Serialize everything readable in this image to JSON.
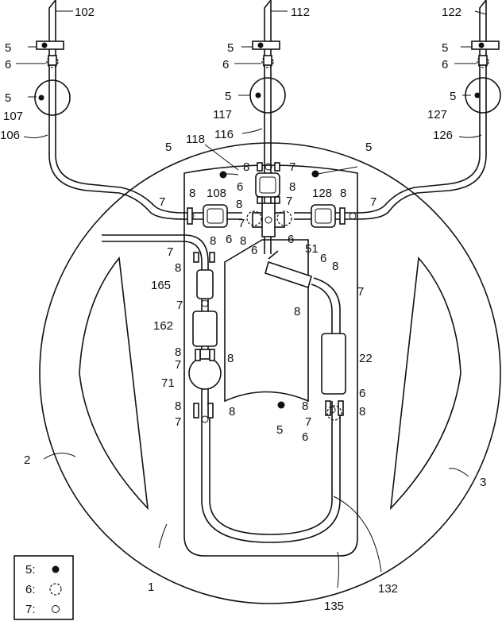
{
  "labels": {
    "n102": "102",
    "n112": "112",
    "n122": "122",
    "n107": "107",
    "n117": "117",
    "n127": "127",
    "n106": "106",
    "n116": "116",
    "n126": "126",
    "n118": "118",
    "n108": "108",
    "n128": "128",
    "n51": "51",
    "n165": "165",
    "n162": "162",
    "n71": "71",
    "n22": "22",
    "n2": "2",
    "n3": "3",
    "n1": "1",
    "n135": "135",
    "n132": "132",
    "n5": "5",
    "n6": "6",
    "n7": "7",
    "n8": "8"
  },
  "legend": {
    "item5": "5:",
    "item6": "6:",
    "item7": "7:"
  }
}
